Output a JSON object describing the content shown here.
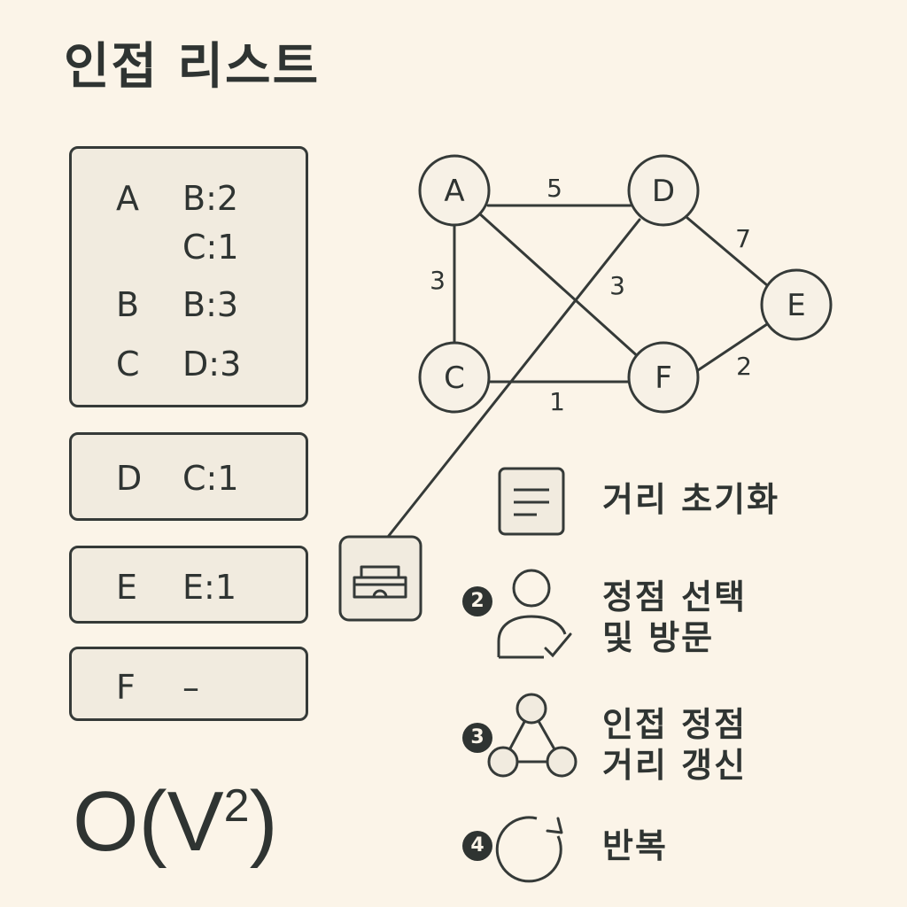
{
  "title": "인접 리스트",
  "adjacency_list": [
    {
      "rows": [
        {
          "vertex": "A",
          "edge": "B:2"
        },
        {
          "vertex": "",
          "edge": "C:1"
        },
        {
          "vertex": "B",
          "edge": "B:3"
        },
        {
          "vertex": "C",
          "edge": "D:3"
        }
      ]
    },
    {
      "rows": [
        {
          "vertex": "D",
          "edge": "C:1"
        }
      ]
    },
    {
      "rows": [
        {
          "vertex": "E",
          "edge": "E:1"
        }
      ]
    },
    {
      "rows": [
        {
          "vertex": "F",
          "edge": "–"
        }
      ]
    }
  ],
  "complexity": {
    "base": "O(V",
    "exp": "2",
    "close": ")"
  },
  "graph": {
    "nodes": [
      "A",
      "D",
      "E",
      "C",
      "F"
    ],
    "edge_weights": {
      "A-D": "5",
      "A-C": "3",
      "D-C": "3",
      "D-E": "7",
      "E-F": "2",
      "C-F": "1"
    }
  },
  "steps": [
    {
      "num": "",
      "text": "거리 초기화",
      "icon": "document-icon"
    },
    {
      "num": "2",
      "text": "정점 선택\n및 방문",
      "icon": "person-check-icon"
    },
    {
      "num": "3",
      "text": "인접 정점\n거리 갱신",
      "icon": "triangle-nodes-icon"
    },
    {
      "num": "4",
      "text": "반복",
      "icon": "refresh-icon"
    }
  ],
  "colors": {
    "background": "#fbf4e8",
    "ink": "#2f3432",
    "box_fill": "#f1ebdf",
    "node_fill": "#f7f1e6"
  }
}
